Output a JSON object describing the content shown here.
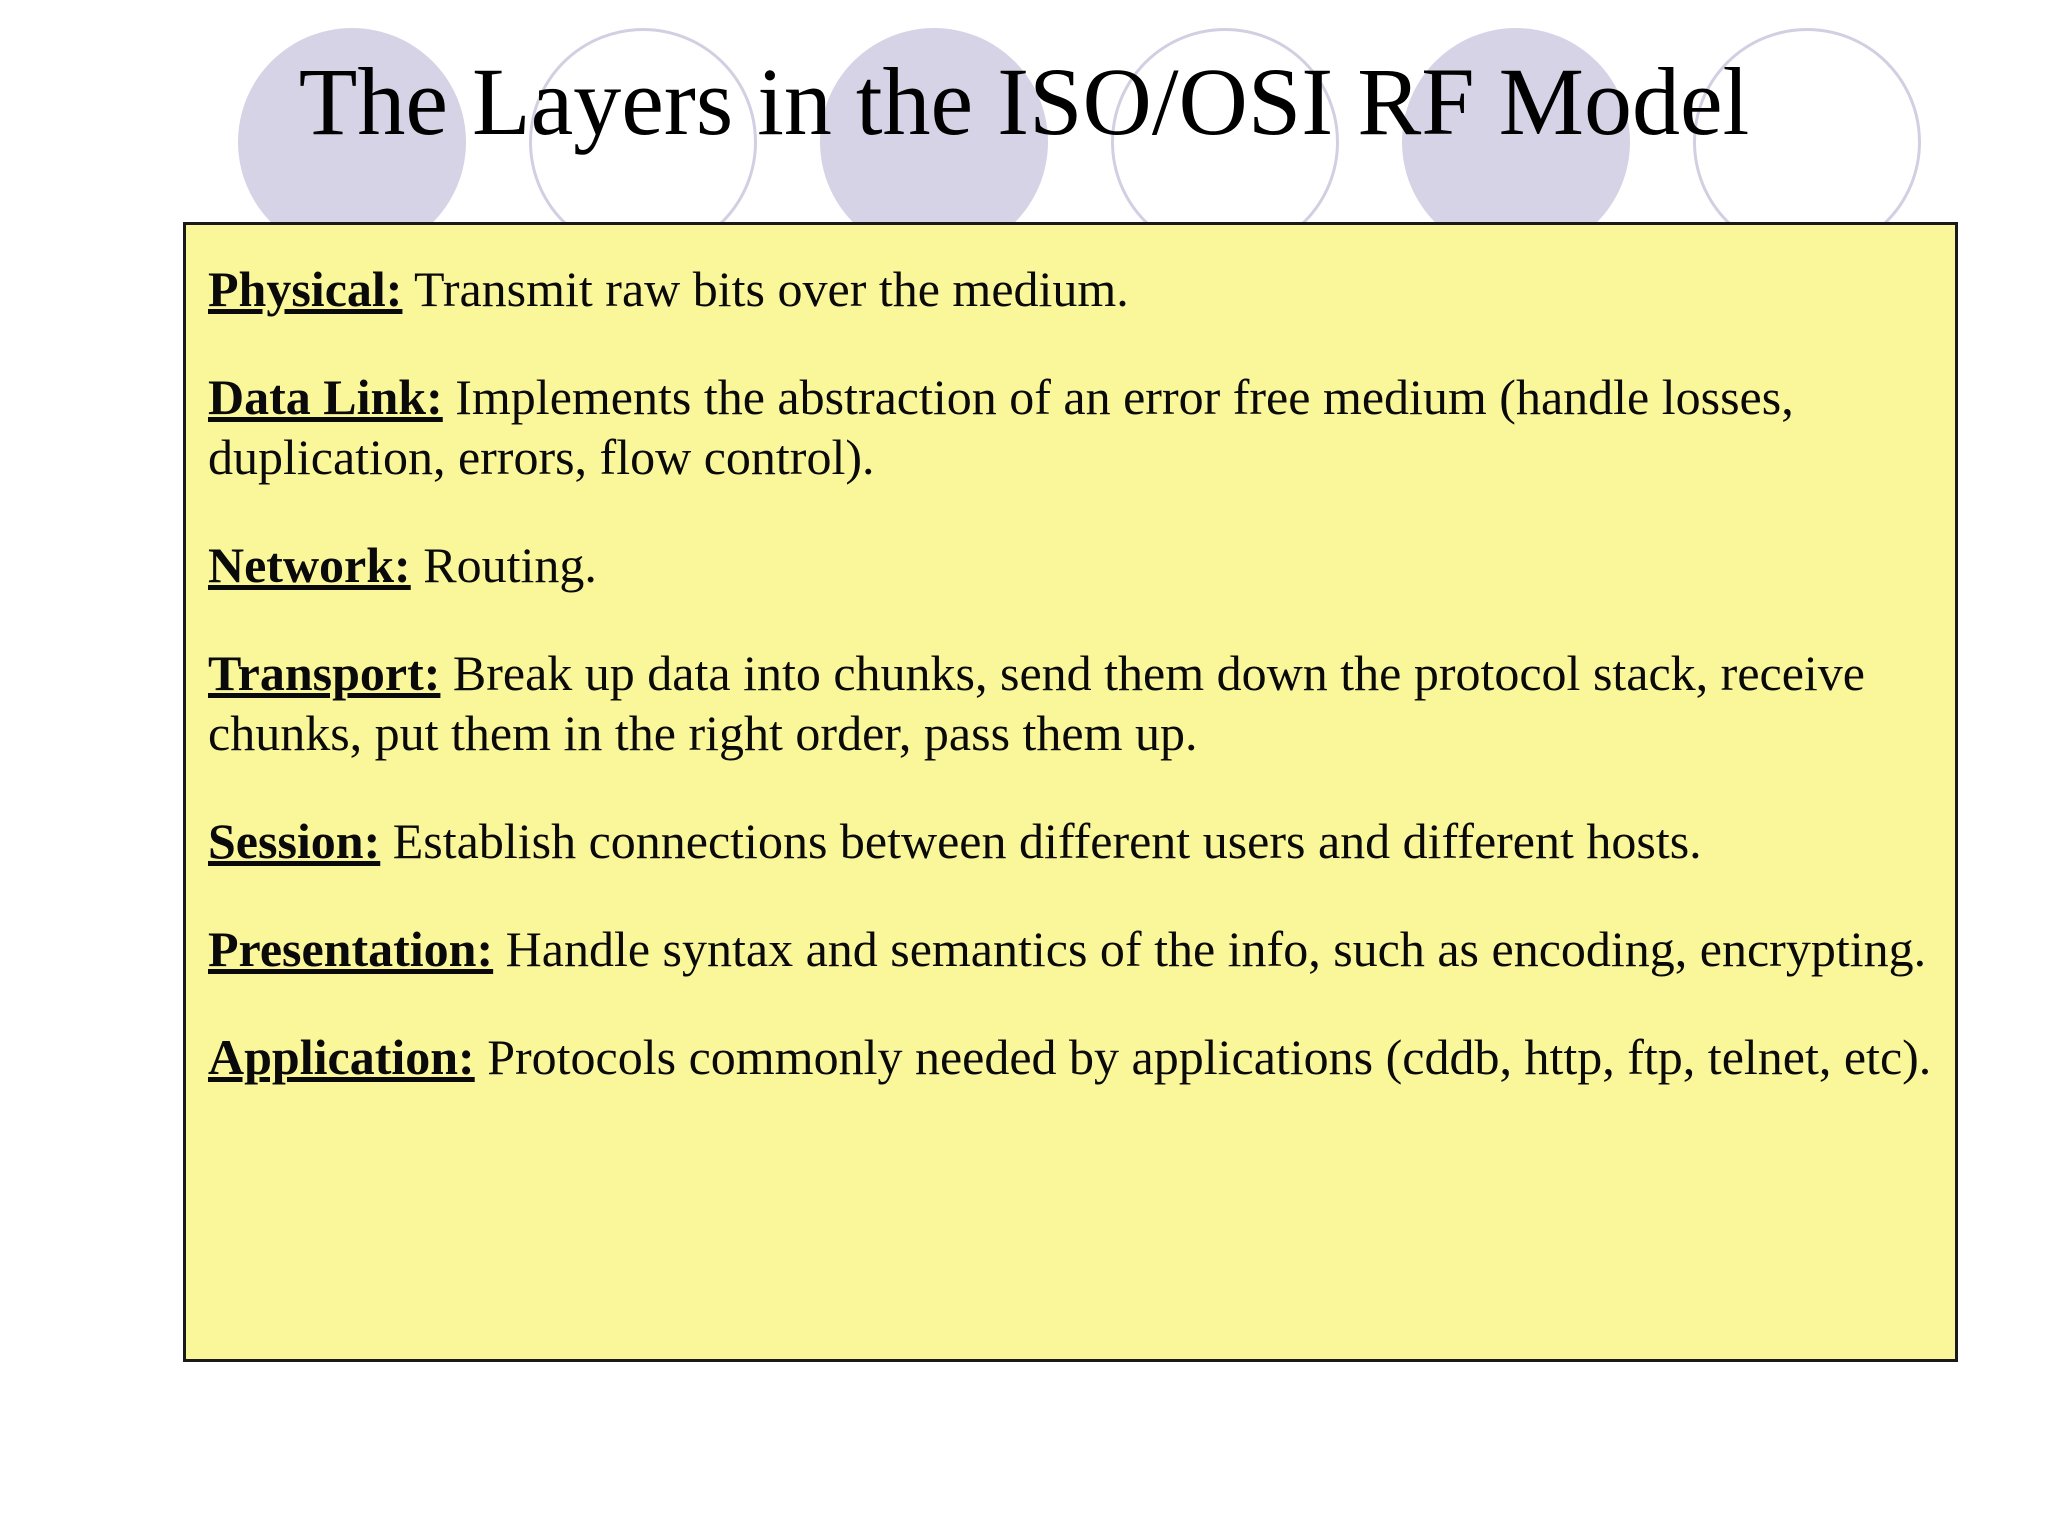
{
  "slide": {
    "title": "The Layers in the ISO/OSI RF Model",
    "background_color": "#ffffff",
    "decoration_fill_color": "#d6d3e6",
    "decoration_outline_color": "#d2cfe2"
  },
  "content_box": {
    "background_color": "#faf79a",
    "border_color": "#1a1a1a",
    "layers": [
      {
        "label": "Physical:",
        "description": "Transmit raw bits over the medium."
      },
      {
        "label": "Data Link:",
        "description": "Implements the abstraction of an error free medium (handle losses, duplication, errors, flow control)."
      },
      {
        "label": "Network:",
        "description": "Routing."
      },
      {
        "label": "Transport:",
        "description": "Break up data into chunks, send them down the protocol stack, receive chunks, put them in the right order, pass them up."
      },
      {
        "label": "Session:",
        "description": "Establish connections between different users and different hosts."
      },
      {
        "label": "Presentation:",
        "description": "Handle syntax and semantics of the info, such as encoding, encrypting."
      },
      {
        "label": "Application:",
        "description": "Protocols commonly needed by applications (cddb, http, ftp, telnet, etc)."
      }
    ]
  }
}
